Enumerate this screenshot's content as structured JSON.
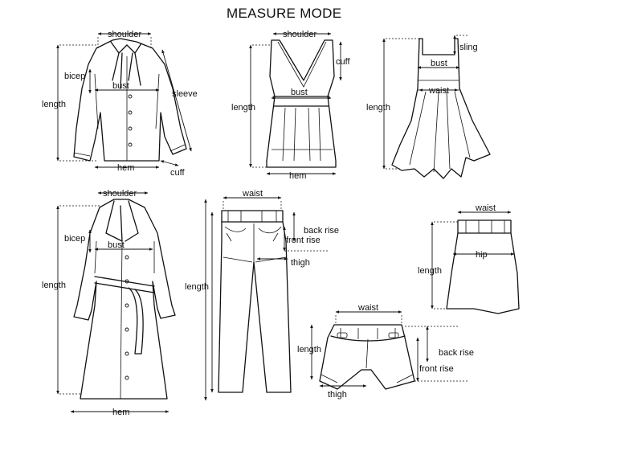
{
  "title": "MEASURE MODE",
  "labels": {
    "shirt": {
      "shoulder": "shoulder",
      "bicep": "bicep",
      "bust": "bust",
      "sleeve": "sleeve",
      "length": "length",
      "hem": "hem",
      "cuff": "cuff"
    },
    "tank": {
      "shoulder": "shoulder",
      "cuff": "cuff",
      "bust": "bust",
      "length": "length",
      "hem": "hem"
    },
    "dress": {
      "sling": "sling",
      "bust": "bust",
      "waist": "waist",
      "length": "length"
    },
    "coat": {
      "shoulder": "shoulder",
      "bicep": "bicep",
      "bust": "bust",
      "length": "length",
      "hem": "hem"
    },
    "pants": {
      "waist": "waist",
      "back_rise": "back rise",
      "front_rise": "front rise",
      "thigh": "thigh",
      "length": "length"
    },
    "skirt": {
      "waist": "waist",
      "hip": "hip",
      "length": "length"
    },
    "shorts": {
      "waist": "waist",
      "length": "length",
      "back_rise": "back rise",
      "front_rise": "front rise",
      "thigh": "thigh"
    }
  }
}
